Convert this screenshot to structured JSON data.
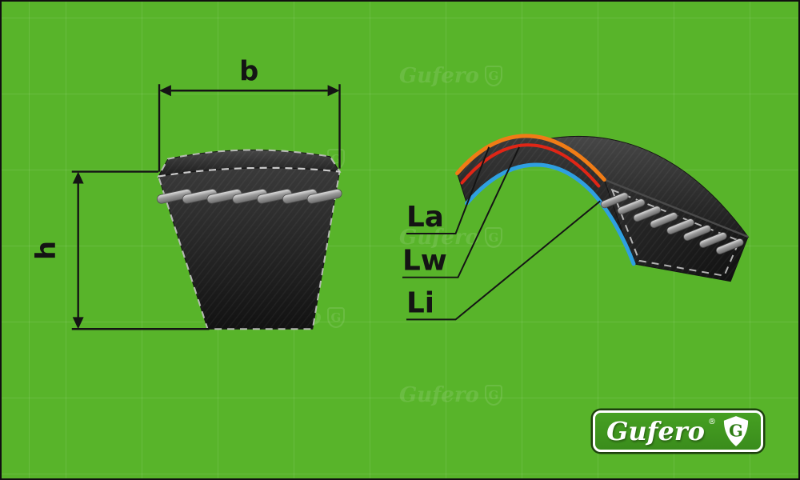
{
  "theme": {
    "background": "#58b42a",
    "grid_line": "rgba(255,255,255,0.10)",
    "frame_border": "#101010",
    "ink": "#141414",
    "belt_dark": "#141414",
    "cord_gray": "#9a9a9a",
    "dash_gray": "#cfcfcf",
    "logo_green": "#3a8c1c",
    "logo_white": "#ffffff"
  },
  "cross_section": {
    "width_label": "b",
    "height_label": "h"
  },
  "belt3d": {
    "lines": [
      {
        "label": "La",
        "color": "#f07c16"
      },
      {
        "label": "Lw",
        "color": "#e02616"
      },
      {
        "label": "Li",
        "color": "#2f9fe0"
      }
    ]
  },
  "logo": {
    "brand": "Gufero",
    "registered": "®",
    "monogram": "G"
  },
  "watermark": {
    "text": "Gufero",
    "monogram": "G"
  }
}
